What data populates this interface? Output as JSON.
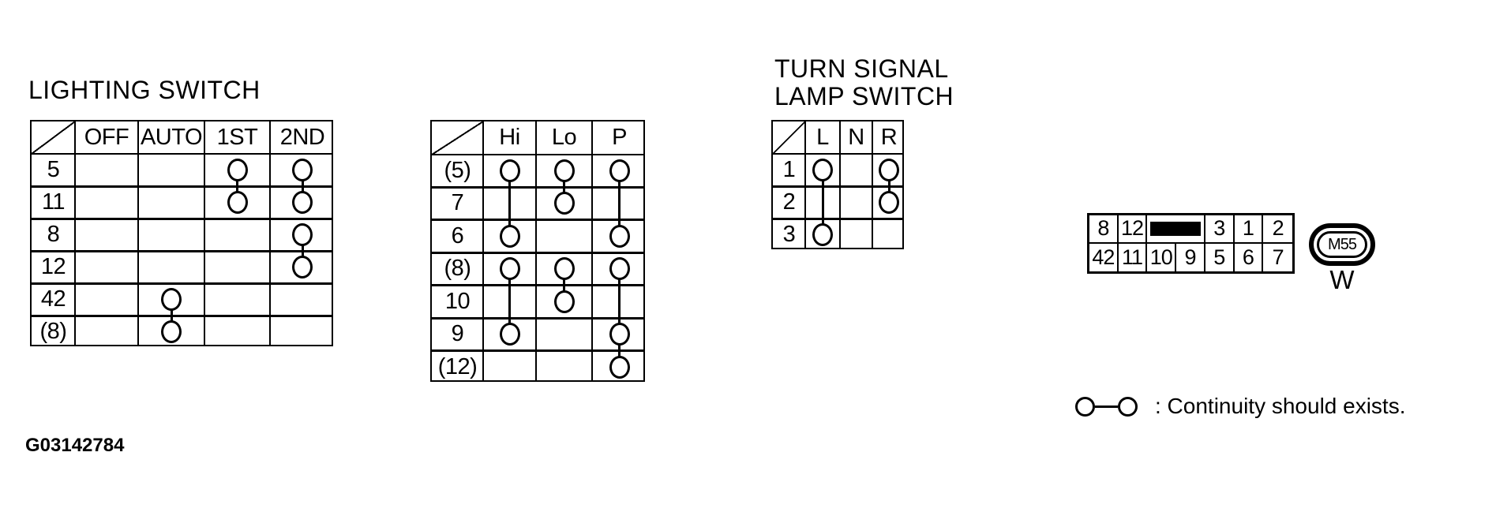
{
  "page": {
    "figure_id": "G03142784",
    "background": "#ffffff",
    "ink": "#000000"
  },
  "tables": [
    {
      "id": "lighting-switch",
      "title_lines": [
        "LIGHTING SWITCH"
      ],
      "columns": [
        "OFF",
        "AUTO",
        "1ST",
        "2ND"
      ],
      "rows": [
        "5",
        "11",
        "8",
        "12",
        "42",
        "(8)"
      ],
      "circles": [
        {
          "row": 0,
          "col": 2
        },
        {
          "row": 0,
          "col": 3
        },
        {
          "row": 1,
          "col": 2
        },
        {
          "row": 1,
          "col": 3
        },
        {
          "row": 2,
          "col": 3
        },
        {
          "row": 3,
          "col": 3
        },
        {
          "row": 4,
          "col": 1
        },
        {
          "row": 5,
          "col": 1
        }
      ],
      "connections": [
        {
          "col": 2,
          "from": 0,
          "to": 1
        },
        {
          "col": 3,
          "from": 0,
          "to": 1
        },
        {
          "col": 3,
          "from": 2,
          "to": 3
        },
        {
          "col": 1,
          "from": 4,
          "to": 5
        }
      ]
    },
    {
      "id": "headlamp-beam-switch",
      "title_lines": [],
      "columns": [
        "Hi",
        "Lo",
        "P"
      ],
      "rows": [
        "(5)",
        "7",
        "6",
        "(8)",
        "10",
        "9",
        "(12)"
      ],
      "circles": [
        {
          "row": 0,
          "col": 0
        },
        {
          "row": 0,
          "col": 1
        },
        {
          "row": 0,
          "col": 2
        },
        {
          "row": 1,
          "col": 1
        },
        {
          "row": 2,
          "col": 0
        },
        {
          "row": 2,
          "col": 2
        },
        {
          "row": 3,
          "col": 0
        },
        {
          "row": 3,
          "col": 1
        },
        {
          "row": 3,
          "col": 2
        },
        {
          "row": 4,
          "col": 1
        },
        {
          "row": 5,
          "col": 0
        },
        {
          "row": 5,
          "col": 2
        },
        {
          "row": 6,
          "col": 2
        }
      ],
      "connections": [
        {
          "col": 0,
          "from": 0,
          "to": 2
        },
        {
          "col": 1,
          "from": 0,
          "to": 1
        },
        {
          "col": 2,
          "from": 0,
          "to": 2
        },
        {
          "col": 0,
          "from": 3,
          "to": 5
        },
        {
          "col": 1,
          "from": 3,
          "to": 4
        },
        {
          "col": 2,
          "from": 3,
          "to": 5
        },
        {
          "col": 2,
          "from": 5,
          "to": 6
        }
      ]
    },
    {
      "id": "turn-signal-lamp-switch",
      "title_lines": [
        "TURN SIGNAL",
        "LAMP SWITCH"
      ],
      "columns": [
        "L",
        "N",
        "R"
      ],
      "rows": [
        "1",
        "2",
        "3"
      ],
      "circles": [
        {
          "row": 0,
          "col": 0
        },
        {
          "row": 0,
          "col": 2
        },
        {
          "row": 1,
          "col": 2
        },
        {
          "row": 2,
          "col": 0
        }
      ],
      "connections": [
        {
          "col": 0,
          "from": 0,
          "to": 2
        },
        {
          "col": 2,
          "from": 0,
          "to": 1
        }
      ]
    }
  ],
  "connector": {
    "label": "M55",
    "color_code": "W",
    "rows": [
      [
        "8",
        "12",
        {
          "block": 2
        },
        "3",
        "1",
        "2"
      ],
      [
        "42",
        "11",
        "10",
        "9",
        "5",
        "6",
        "7"
      ]
    ]
  },
  "legend": {
    "symbol": "circle-line-circle",
    "text": ": Continuity should exists."
  }
}
